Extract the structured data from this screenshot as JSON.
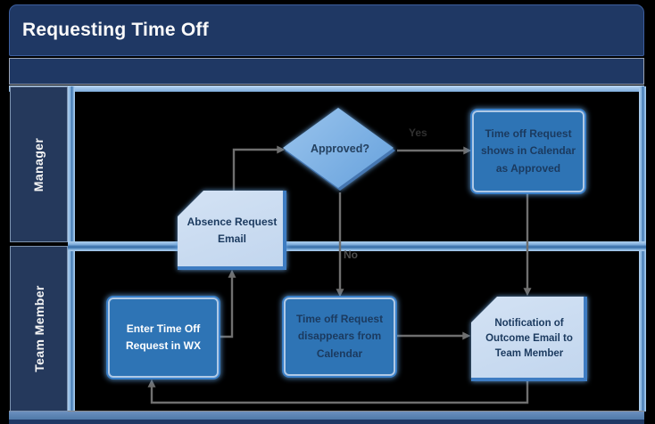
{
  "title": {
    "text": "Requesting Time Off"
  },
  "lanes": [
    {
      "label": "Manager"
    },
    {
      "label": "Team Member"
    }
  ],
  "nodes": {
    "enter_request": {
      "label": "Enter Time Off Request in WX",
      "type": "process",
      "lane": "Team Member"
    },
    "absence_email": {
      "label": "Absence Request Email",
      "type": "document",
      "lane": "Manager / Team Member"
    },
    "approved": {
      "label": "Approved?",
      "type": "decision",
      "lane": "Manager"
    },
    "calendar_approved": {
      "label": "Time off Request shows in Calendar as Approved",
      "type": "process",
      "lane": "Manager"
    },
    "calendar_disappears": {
      "label": "Time off Request disappears from Calendar",
      "type": "process",
      "lane": "Team Member"
    },
    "notification": {
      "label": "Notification of Outcome Email to Team Member",
      "type": "document",
      "lane": "Team Member"
    }
  },
  "edges": [
    {
      "from": "enter_request",
      "to": "absence_email",
      "label": ""
    },
    {
      "from": "absence_email",
      "to": "approved",
      "label": ""
    },
    {
      "from": "approved",
      "to": "calendar_approved",
      "label": "Yes"
    },
    {
      "from": "approved",
      "to": "calendar_disappears",
      "label": "No"
    },
    {
      "from": "calendar_approved",
      "to": "notification",
      "label": ""
    },
    {
      "from": "calendar_disappears",
      "to": "notification",
      "label": ""
    },
    {
      "from": "notification",
      "to": "enter_request",
      "label": ""
    }
  ],
  "colors": {
    "background": "#000000",
    "header_navy": "#1F3864",
    "lane_label_navy": "#25395C",
    "lane_border_blue": "#85B2DE",
    "process_fill": "#2E74B5",
    "decision_fill": "#71A7DB",
    "document_fill": "#C7DAF0",
    "connector_gray": "#6F6F6F",
    "title_text": "#FAFAFA",
    "node_text_dark": "#1B3A5F"
  }
}
